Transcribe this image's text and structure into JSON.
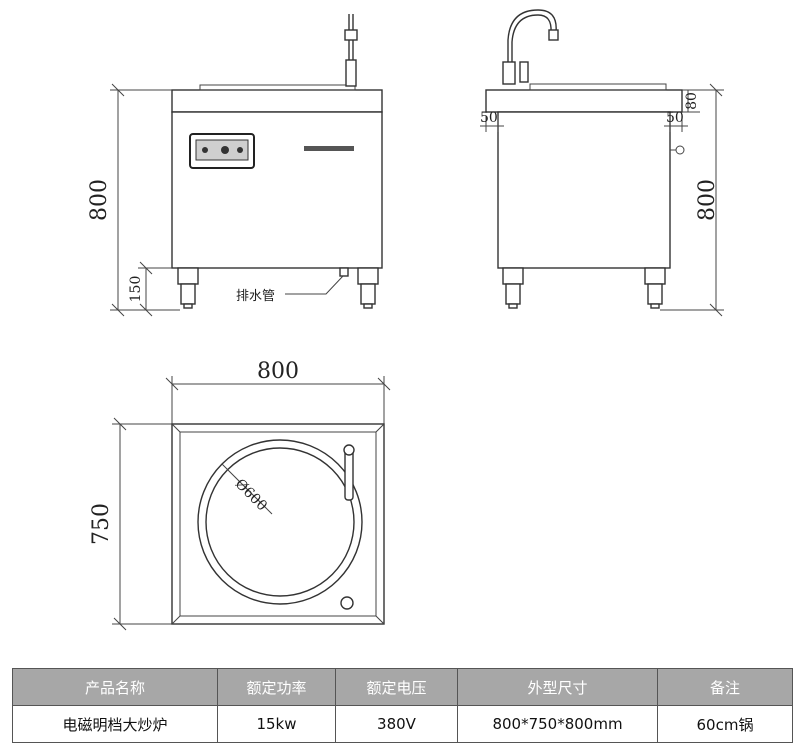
{
  "front_view": {
    "height_label": "800",
    "leg_height_label": "150",
    "drain_label": "排水管"
  },
  "side_view": {
    "height_label": "800",
    "top_offset_label": "80",
    "left_margin_label": "50",
    "right_margin_label": "50"
  },
  "top_view": {
    "width_label": "800",
    "depth_label": "750",
    "diameter_label": "Ø600"
  },
  "spec_table": {
    "headers": [
      "产品名称",
      "额定功率",
      "额定电压",
      "外型尺寸",
      "备注"
    ],
    "row": [
      "电磁明档大炒炉",
      "15kw",
      "380V",
      "800*750*800mm",
      "60cm锅"
    ]
  }
}
